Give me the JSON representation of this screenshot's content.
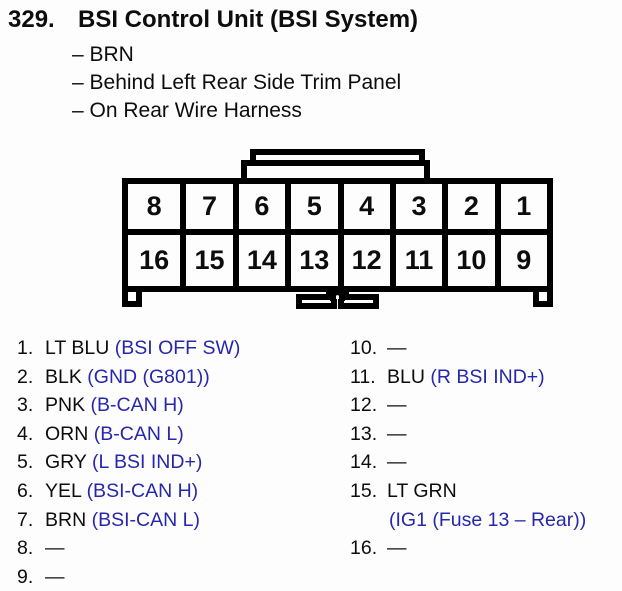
{
  "colors": {
    "background": "#fdfdfd",
    "text": "#0d0d0d",
    "function_blue": "#2727ab",
    "diagram_line": "#000000"
  },
  "header": {
    "number": "329.",
    "title": "BSI Control Unit (BSI System)"
  },
  "notes": [
    "– BRN",
    "– Behind Left Rear Side Trim Panel",
    "– On Rear Wire Harness"
  ],
  "connector": {
    "top_row": [
      "8",
      "7",
      "6",
      "5",
      "4",
      "3",
      "2",
      "1"
    ],
    "bottom_row": [
      "16",
      "15",
      "14",
      "13",
      "12",
      "11",
      "10",
      "9"
    ]
  },
  "pins_left": [
    {
      "num": "1.",
      "wire": "LT BLU",
      "function": "(BSI OFF SW)"
    },
    {
      "num": "2.",
      "wire": "BLK",
      "function": "(GND (G801))"
    },
    {
      "num": "3.",
      "wire": "PNK",
      "function": "(B-CAN H)"
    },
    {
      "num": "4.",
      "wire": "ORN",
      "function": "(B-CAN L)"
    },
    {
      "num": "5.",
      "wire": "GRY",
      "function": "(L BSI IND+)"
    },
    {
      "num": "6.",
      "wire": "YEL",
      "function": "(BSI-CAN H)"
    },
    {
      "num": "7.",
      "wire": "BRN",
      "function": "(BSI-CAN L)"
    },
    {
      "num": "8.",
      "wire": "—",
      "function": ""
    },
    {
      "num": "9.",
      "wire": "—",
      "function": ""
    }
  ],
  "pins_right": [
    {
      "num": "10.",
      "wire": "—",
      "function": ""
    },
    {
      "num": "11.",
      "wire": "BLU",
      "function": "(R BSI IND+)"
    },
    {
      "num": "12.",
      "wire": "—",
      "function": ""
    },
    {
      "num": "13.",
      "wire": "—",
      "function": ""
    },
    {
      "num": "14.",
      "wire": "—",
      "function": ""
    },
    {
      "num": "15.",
      "wire": "LT GRN",
      "function": "",
      "function_line2": "(IG1 (Fuse 13 – Rear))"
    },
    {
      "num": "16.",
      "wire": "—",
      "function": ""
    }
  ]
}
